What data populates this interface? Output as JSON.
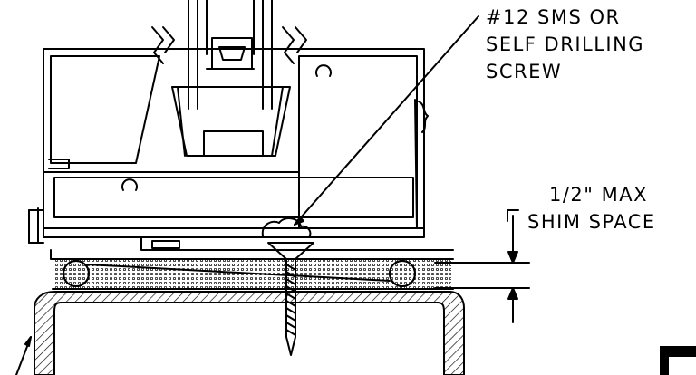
{
  "notes": {
    "screw_line_1": "#12 SMS OR",
    "screw_line_2": "SELF DRILLING",
    "screw_line_3": "SCREW",
    "shim_line_1": "1/2\" MAX",
    "shim_line_2": "SHIM SPACE"
  },
  "colors": {
    "line": "#000000",
    "background": "#ffffff"
  }
}
